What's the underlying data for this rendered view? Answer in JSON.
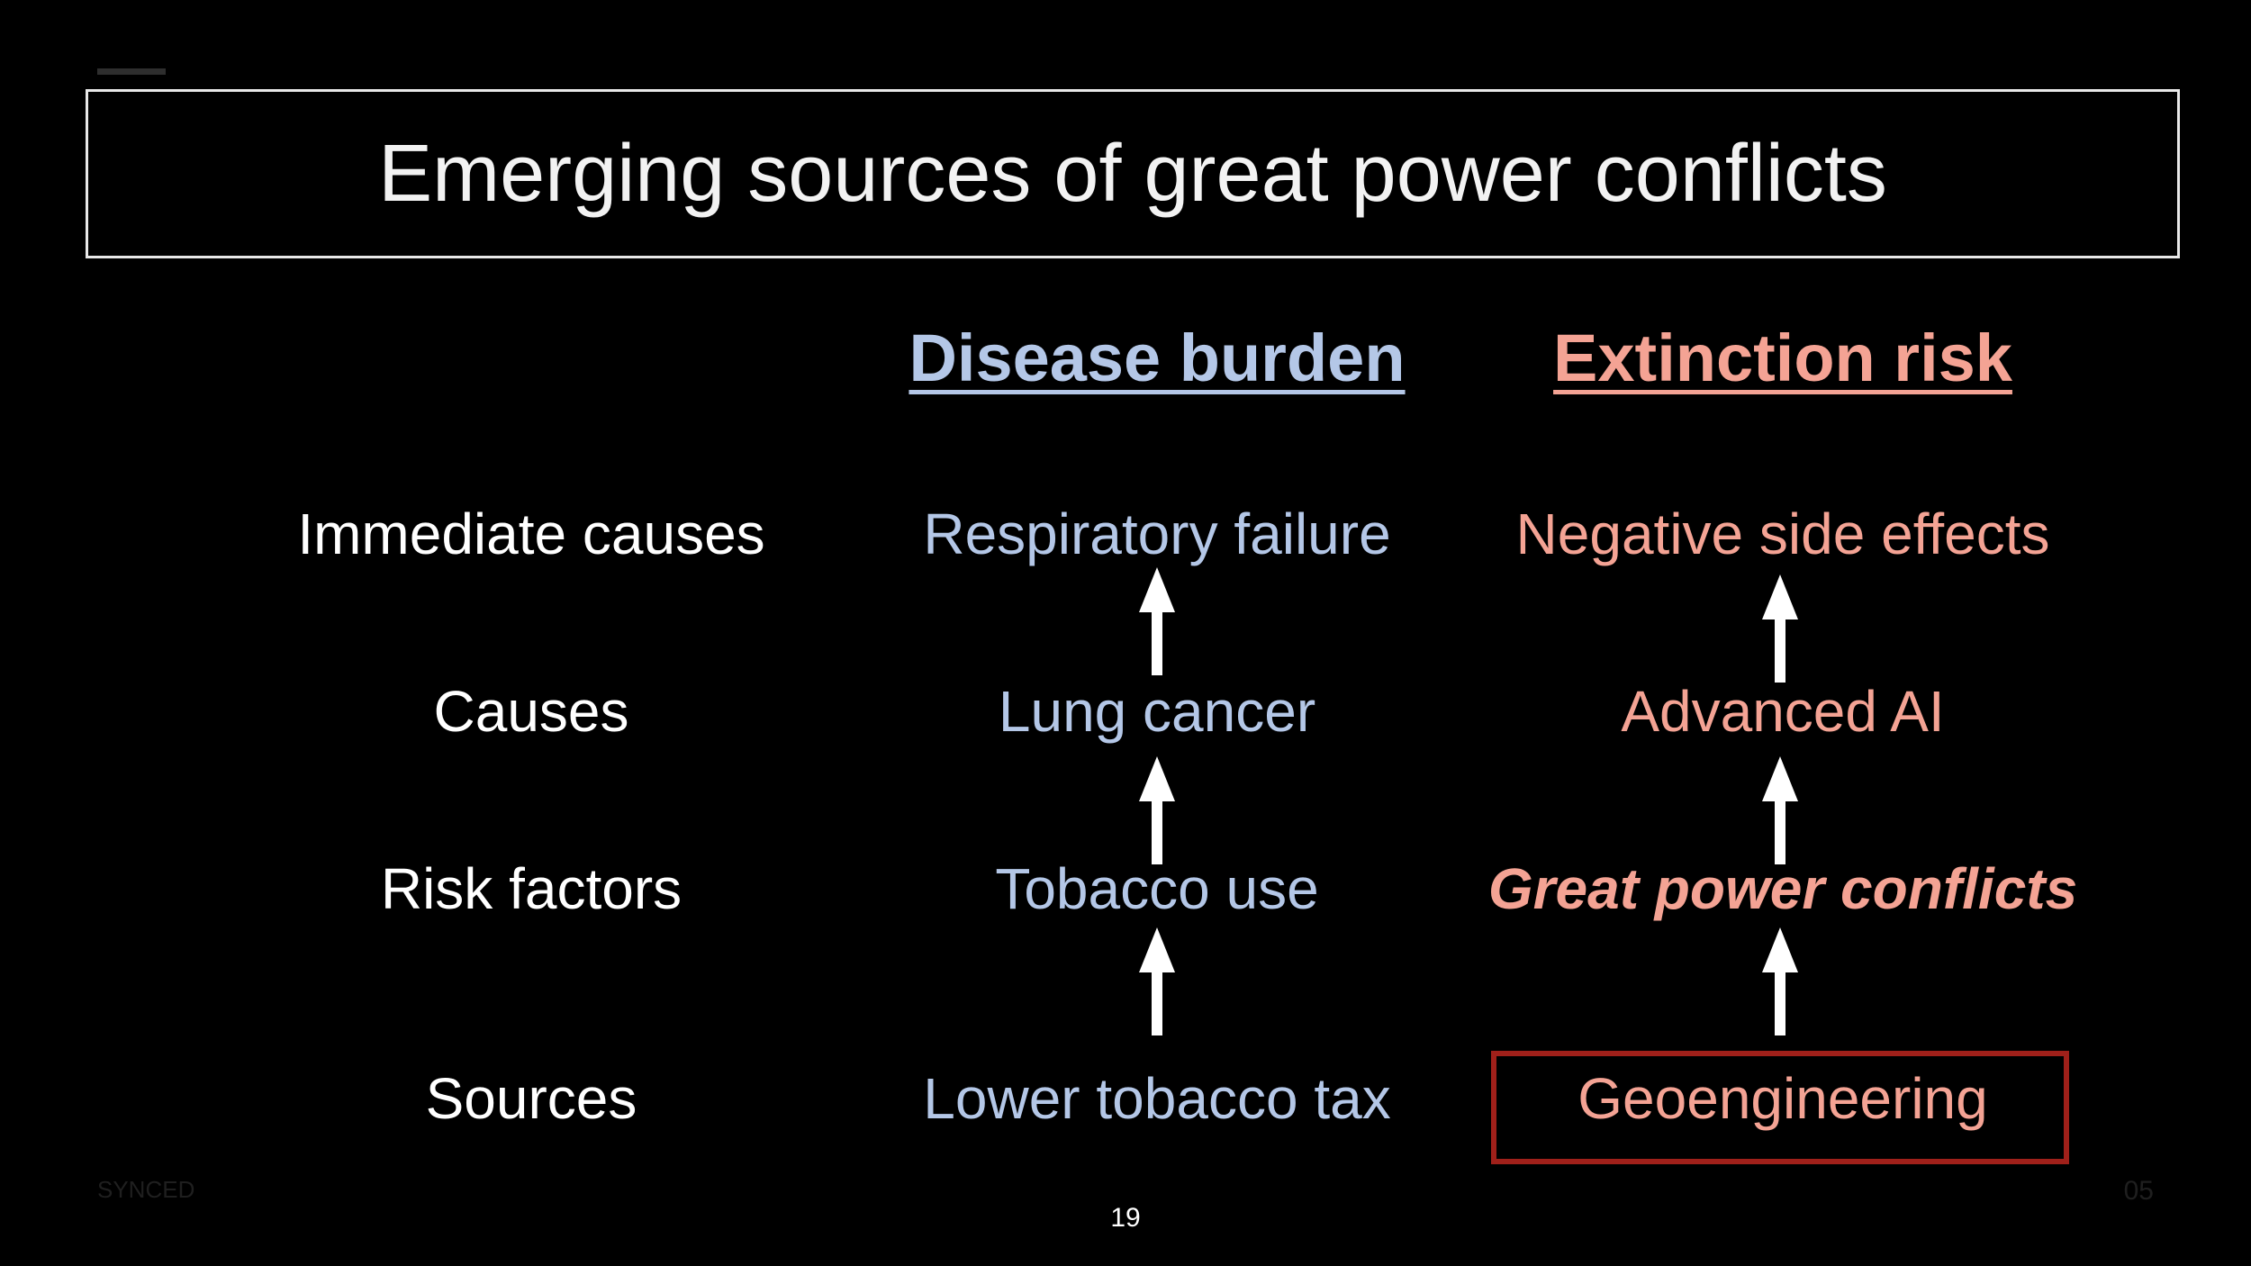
{
  "title": "Emerging sources of great power conflicts",
  "columns": {
    "disease": "Disease burden",
    "extinction": "Extinction risk"
  },
  "rows": [
    {
      "label": "Immediate causes",
      "disease": "Respiratory failure",
      "extinction": "Negative side effects"
    },
    {
      "label": "Causes",
      "disease": "Lung cancer",
      "extinction": "Advanced AI"
    },
    {
      "label": "Risk factors",
      "disease": "Tobacco use",
      "extinction": "Great power conflicts"
    },
    {
      "label": "Sources",
      "disease": "Lower tobacco tax",
      "extinction": "Geoengineering"
    }
  ],
  "footer": {
    "left": "SYNCED",
    "right": "05",
    "page_number": "19"
  },
  "colors": {
    "disease": "#b4c7e7",
    "extinction": "#f4a394",
    "highlight_box": "#a0201a",
    "arrow": "#ffffff"
  }
}
